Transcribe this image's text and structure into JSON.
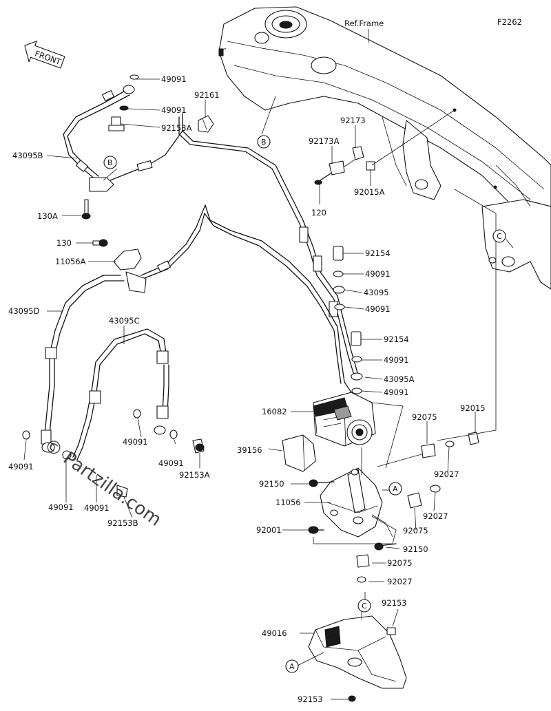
{
  "diagram_code": "F2262",
  "ref_frame": "Ref.Frame",
  "front_label": "FRONT",
  "watermark": "© Partzilla.com",
  "labels": [
    {
      "id": "49091-a",
      "text": "49091"
    },
    {
      "id": "49091-b",
      "text": "49091"
    },
    {
      "id": "92153A-a",
      "text": "92153A"
    },
    {
      "id": "92161",
      "text": "92161"
    },
    {
      "id": "43095B",
      "text": "43095B"
    },
    {
      "id": "130A",
      "text": "130A"
    },
    {
      "id": "92173",
      "text": "92173"
    },
    {
      "id": "92173A",
      "text": "92173A"
    },
    {
      "id": "92015A",
      "text": "92015A"
    },
    {
      "id": "120",
      "text": "120"
    },
    {
      "id": "130",
      "text": "130"
    },
    {
      "id": "11056A",
      "text": "11056A"
    },
    {
      "id": "92154-a",
      "text": "92154"
    },
    {
      "id": "49091-c",
      "text": "49091"
    },
    {
      "id": "43095",
      "text": "43095"
    },
    {
      "id": "49091-d",
      "text": "49091"
    },
    {
      "id": "43095D",
      "text": "43095D"
    },
    {
      "id": "43095C",
      "text": "43095C"
    },
    {
      "id": "92154-b",
      "text": "92154"
    },
    {
      "id": "49091-e",
      "text": "49091"
    },
    {
      "id": "43095A",
      "text": "43095A"
    },
    {
      "id": "49091-f",
      "text": "49091"
    },
    {
      "id": "16082",
      "text": "16082"
    },
    {
      "id": "92075-a",
      "text": "92075"
    },
    {
      "id": "92015",
      "text": "92015"
    },
    {
      "id": "49091-g",
      "text": "49091"
    },
    {
      "id": "49091-h",
      "text": "49091"
    },
    {
      "id": "92153A-b",
      "text": "92153A"
    },
    {
      "id": "39156",
      "text": "39156"
    },
    {
      "id": "92027-a",
      "text": "92027"
    },
    {
      "id": "49091-i",
      "text": "49091"
    },
    {
      "id": "49091-j",
      "text": "49091"
    },
    {
      "id": "92150-a",
      "text": "92150"
    },
    {
      "id": "11056",
      "text": "11056"
    },
    {
      "id": "92027-b",
      "text": "92027"
    },
    {
      "id": "92075-b",
      "text": "92075"
    },
    {
      "id": "49091-k",
      "text": "49091"
    },
    {
      "id": "92153B",
      "text": "92153B"
    },
    {
      "id": "92001",
      "text": "92001"
    },
    {
      "id": "92150-b",
      "text": "92150"
    },
    {
      "id": "92075-c",
      "text": "92075"
    },
    {
      "id": "92027-c",
      "text": "92027"
    },
    {
      "id": "92153-a",
      "text": "92153"
    },
    {
      "id": "49016",
      "text": "49016"
    },
    {
      "id": "92153-b",
      "text": "92153"
    }
  ],
  "callouts": [
    {
      "id": "B-frame",
      "text": "B"
    },
    {
      "id": "B-hose",
      "text": "B"
    },
    {
      "id": "C-frame",
      "text": "C"
    },
    {
      "id": "A-bracket",
      "text": "A"
    },
    {
      "id": "C-lower",
      "text": "C"
    },
    {
      "id": "A-lower",
      "text": "A"
    }
  ]
}
